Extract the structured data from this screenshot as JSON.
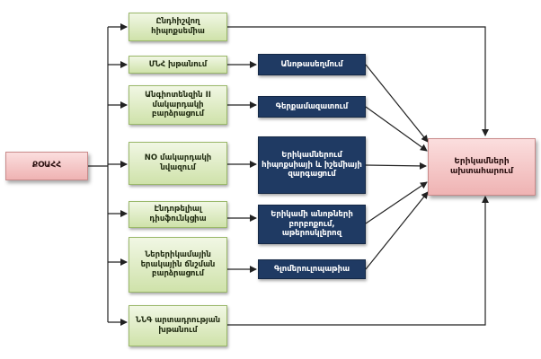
{
  "diagram": {
    "source": "ՔՕԱՀՀ",
    "target": "Երիկամների ախտահարում",
    "factors": [
      "Ընդհիշվող հիպոքսեմիա",
      "ՄՆՀ խթանում",
      "Անգիոտենզին II մակարդակի բարձրացում",
      "NO մակարդակի նվազում",
      "Էնդոթելիալ դիսֆունկցիա",
      "Ներերիկամային երակային ճնշման բարձրացում",
      "ՆՆԳ արտադրության խթանում"
    ],
    "mechanisms": [
      "Անոթասեղմում",
      "Գերքամազատում",
      "Երիկամներում հիպոքսիայի և իշեմիայի զարգացում",
      "Երիկամի անոթների բորբոքում, աթերոսկլերոզ",
      "Գլոմերուլոպաթիա"
    ]
  }
}
